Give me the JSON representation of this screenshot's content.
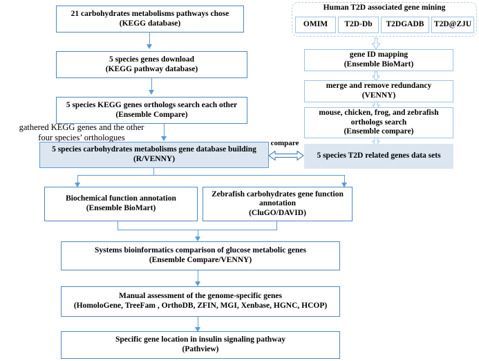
{
  "diagram": {
    "title": "Carbohydrate metabolism / T2D comparative genomics workflow",
    "colors": {
      "box_border": "#4a86c8",
      "thin_border": "#9dc3e6",
      "fill": "#dce6f1",
      "arrow": "#5b9bd5",
      "dashed_border": "#b9cfe6",
      "text": "#000000"
    }
  },
  "left_column": {
    "nodes": [
      {
        "id": "n1",
        "line1": "21 carbohydrates metabolisms pathways chose",
        "line2": "(KEGG database)",
        "style": "white"
      },
      {
        "id": "n2",
        "line1": "5 species genes download",
        "line2": "(KEGG pathway database)",
        "style": "white"
      },
      {
        "id": "n3",
        "line1": "5 species KEGG genes orthologs search each other",
        "line2": "(Ensemble Compare)",
        "style": "white"
      },
      {
        "id": "n4",
        "line1": "5 species carbohydrates metabolisms gene database building",
        "line2": "(R/VENNY)",
        "style": "filled"
      },
      {
        "id": "n5",
        "line1": "Biochemical function annotation",
        "line2": "(Ensemble BioMart)",
        "style": "white"
      },
      {
        "id": "n6",
        "line1": "Zebrafish carbohydrates gene function annotation",
        "line2": "(CluGO/DAVID)",
        "style": "white"
      },
      {
        "id": "n7",
        "line1": "Systems bioinformatics comparison of glucose metabolic genes",
        "line2": "(Ensemble Compare/VENNY)",
        "style": "white"
      },
      {
        "id": "n8",
        "line1": "Manual assessment of the genome-specific genes",
        "line2": "(HomoloGene, TreeFam , OrthoDB, ZFIN, MGI, Xenbase, HGNC, HCOP)",
        "style": "white"
      },
      {
        "id": "n9",
        "line1": "Specific gene location in insulin signaling pathway",
        "line2": "(Pathview)",
        "style": "white"
      }
    ],
    "annotation": "gathered KEGG genes and the other\nfour species’ orthologues"
  },
  "right_column": {
    "panel_title": "Human T2D associated gene mining",
    "databases": [
      "OMIM",
      "T2D-Db",
      "T2DGADB",
      "T2D@ZJU"
    ],
    "nodes": [
      {
        "id": "r1",
        "line1": "gene ID mapping",
        "line2": "(Ensemble BioMart)",
        "style": "thin"
      },
      {
        "id": "r2",
        "line1": "merge and remove redundancy",
        "line2": "(VENNY)",
        "style": "thin"
      },
      {
        "id": "r3",
        "line1": "mouse, chicken, frog, and zebrafish",
        "line2": "orthologs search",
        "line3": "(Ensemble compare)",
        "style": "thin"
      },
      {
        "id": "r4",
        "line1": "5 species T2D related genes data sets",
        "line2": "",
        "style": "filled-noborder"
      }
    ]
  },
  "link": {
    "compare_label": "compare"
  }
}
